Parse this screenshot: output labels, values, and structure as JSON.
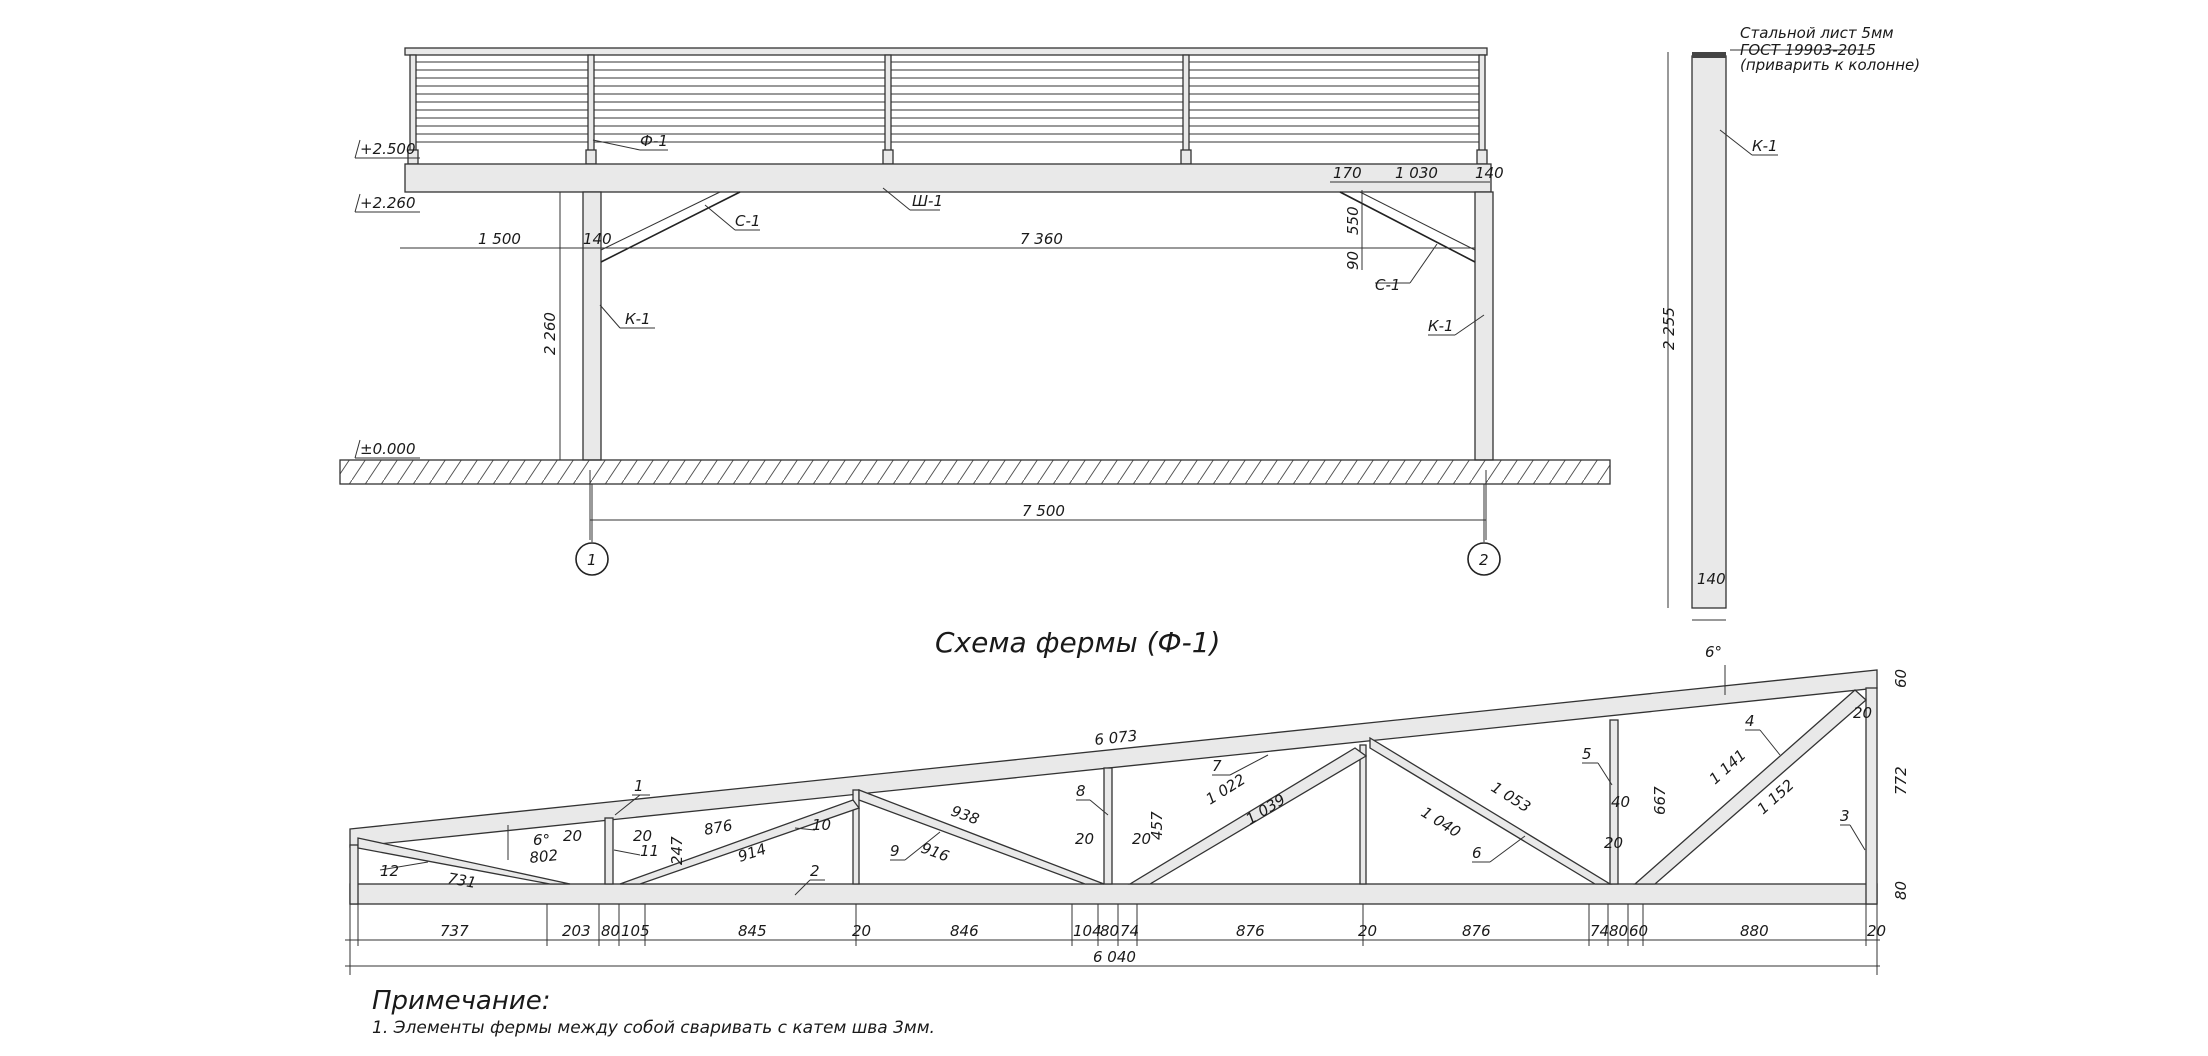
{
  "colors": {
    "ink": "#222222",
    "fill": "#e9e9e9",
    "paper": "#ffffff"
  },
  "elevation": {
    "levels": {
      "top": "+2.500",
      "beam": "+2.260",
      "ground": "±0.000"
    },
    "labels": {
      "truss": "Ф-1",
      "beam": "Ш-1",
      "brace_left": "С-1",
      "brace_right": "С-1",
      "column_left": "К-1",
      "column_right": "К-1"
    },
    "dims": {
      "overhang": "1 500",
      "col_width": "140",
      "span_top": "7 360",
      "col_height": "2 260",
      "span": "7 500",
      "r170": "170",
      "r1030": "1 030",
      "r140": "140",
      "r550": "550",
      "r90": "90"
    },
    "axes": {
      "left": "1",
      "right": "2"
    }
  },
  "column": {
    "note": [
      "Стальной лист 5мм",
      "ГОСТ 19903-2015",
      "(приварить к колонне)"
    ],
    "label": "К-1",
    "height": "2 255",
    "width": "140"
  },
  "truss": {
    "title": "Схема фермы (Ф-1)",
    "angle": "6°",
    "angle_small": "6°",
    "members": [
      "1",
      "2",
      "3",
      "4",
      "5",
      "6",
      "7",
      "8",
      "9",
      "10",
      "11",
      "12"
    ],
    "member_dims": {
      "top_chord": "6 073",
      "d802": "802",
      "d731": "731",
      "d876": "876",
      "d914": "914",
      "d247": "247",
      "d938": "938",
      "d916": "916",
      "d457": "457",
      "d1022": "1 022",
      "d1039": "1 039",
      "d1053": "1 053",
      "d1040": "1 040",
      "d667": "667",
      "d1141": "1 141",
      "d1152": "1 152",
      "d772": "772",
      "d80": "80",
      "d60": "60",
      "d20a": "20",
      "d20b": "20",
      "d20c": "20",
      "d20d": "20",
      "d20e": "20",
      "d40": "40",
      "d20f": "20"
    },
    "bottom_dims": [
      "737",
      "203",
      "80",
      "105",
      "845",
      "20",
      "846",
      "104",
      "80",
      "74",
      "876",
      "20",
      "876",
      "74",
      "80",
      "60",
      "880",
      "20"
    ],
    "total": "6 040"
  },
  "note": {
    "heading": "Примечание:",
    "text": "1. Элементы фермы между собой сваривать с катем шва 3мм."
  }
}
